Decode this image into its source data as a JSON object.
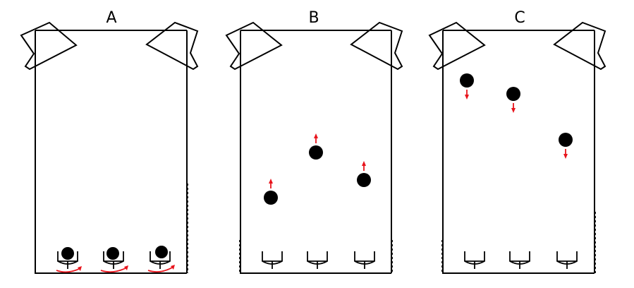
{
  "panels": [
    {
      "label": "A",
      "state": "balls resting in bottom cups, cups flipping (red curved arrows)"
    },
    {
      "label": "B",
      "state": "balls launched upward (red up arrows)"
    },
    {
      "label": "C",
      "state": "balls falling back down (red down arrows)"
    }
  ],
  "colors": {
    "line": "#000000",
    "ball": "#000000",
    "arrow": "#e8141c",
    "background": "#ffffff"
  }
}
